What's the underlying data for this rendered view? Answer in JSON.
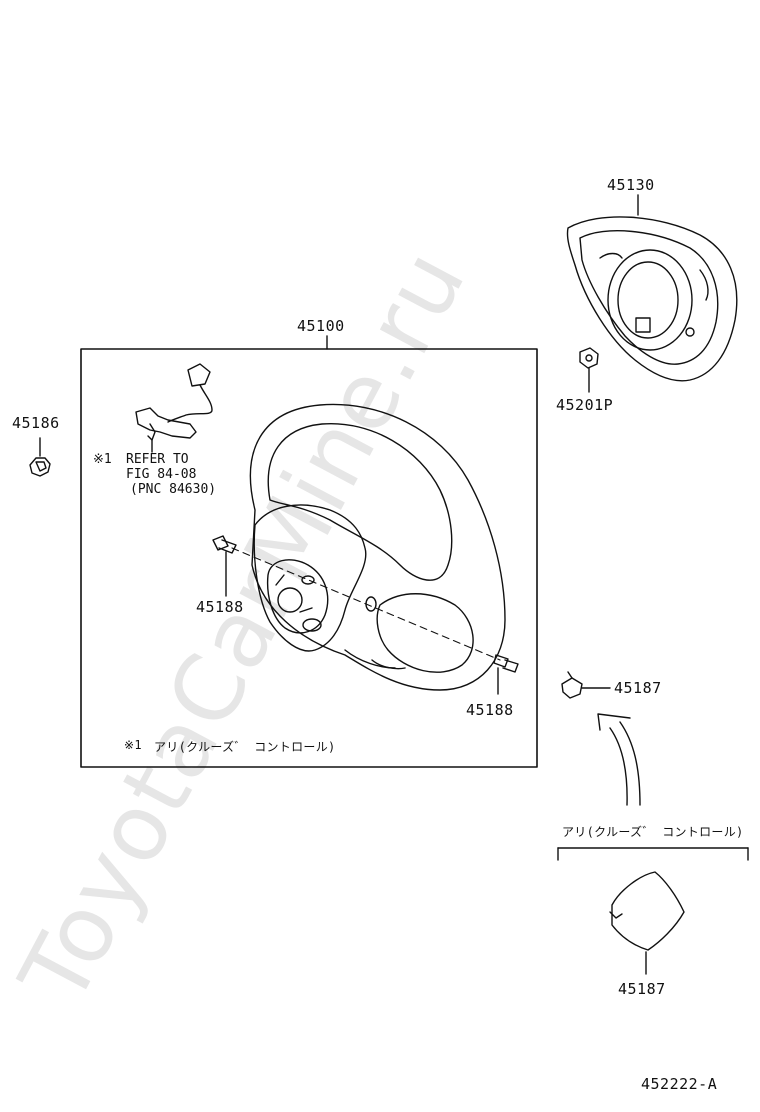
{
  "watermark": "ToyotaCarMine.ru",
  "parts": {
    "steering_wheel": "45100",
    "pad_assembly": "45130",
    "nut": "45201P",
    "cover_left": "45186",
    "bolt_left": "45188",
    "bolt_right": "45188",
    "clip": "45187",
    "cover_cruise": "45187"
  },
  "notes": {
    "refer_mark": "※1",
    "refer_line1": "REFER TO",
    "refer_line2": "FIG 84-08",
    "refer_line3": "(PNC 84630)",
    "cruise_note_mark": "※1",
    "cruise_note_text": "アリ(クルーズ゛ コントロール)",
    "cruise_label": "アリ(クルーズ゛ コントロール)"
  },
  "diagram_code": "452222-A"
}
